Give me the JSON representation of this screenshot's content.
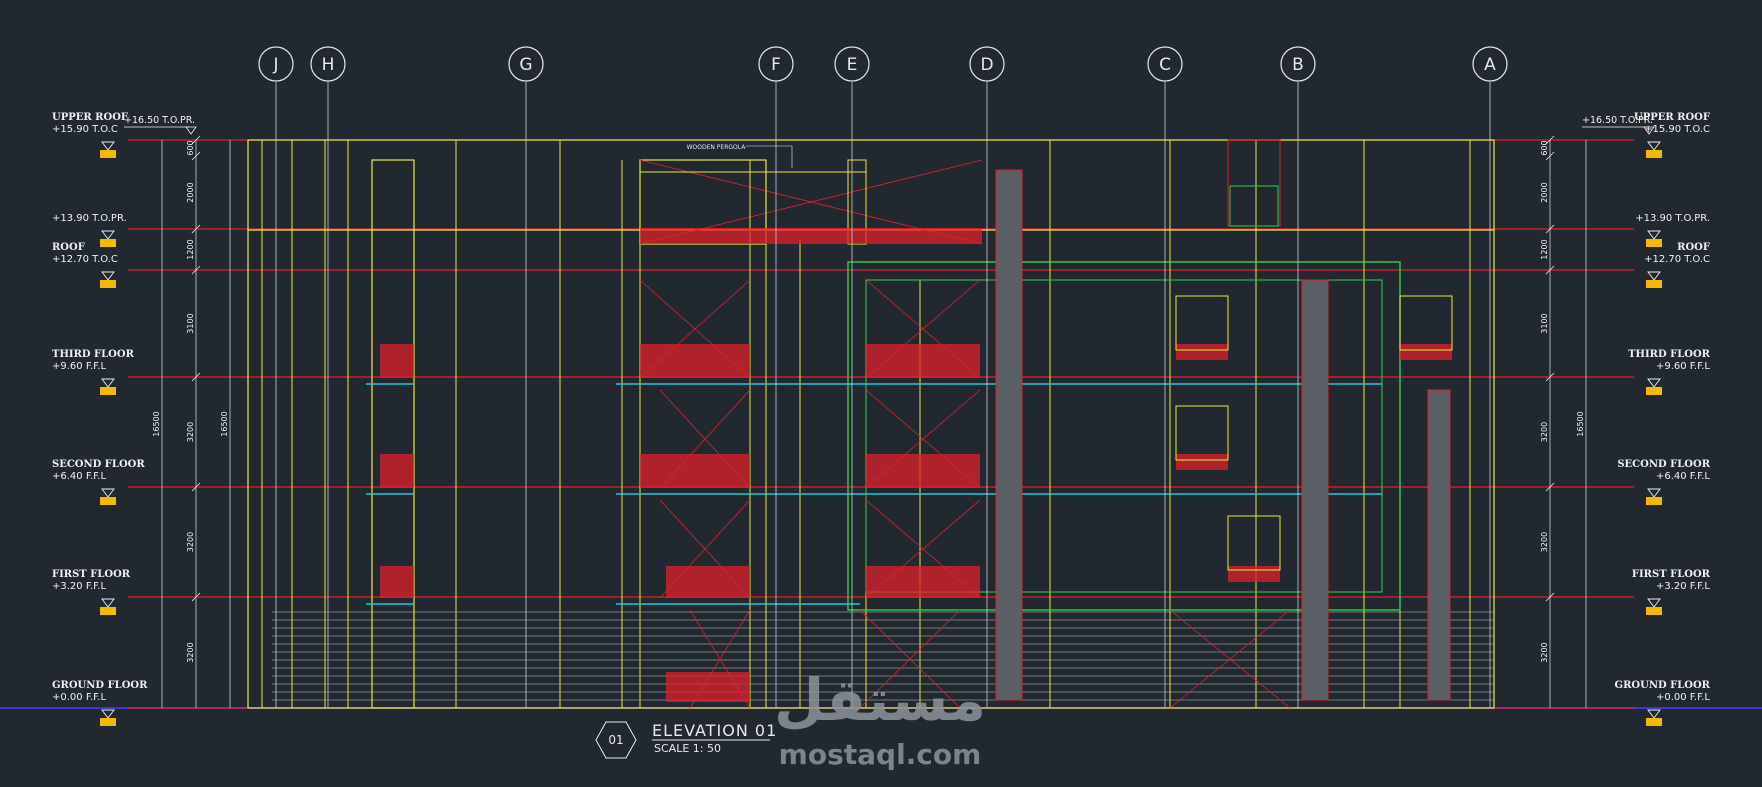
{
  "colors": {
    "background": "#212830",
    "level_line": "#e0202a",
    "structure": "#e8e840",
    "glazing": "#2fd04a",
    "slab": "#20c8d0",
    "grid_line": "#c8ccd2",
    "marker": "#f5b800",
    "ground": "#3a3ad0",
    "watermark": "#8c939b"
  },
  "grid_axes": [
    "J",
    "H",
    "G",
    "F",
    "E",
    "D",
    "C",
    "B",
    "A"
  ],
  "levels": [
    {
      "id": "upper-roof",
      "name": "UPPER ROOF",
      "value": "+15.90 T.O.C",
      "top_note": "+16.50 T.O.PR."
    },
    {
      "id": "top-parapet",
      "name": "",
      "value": "+13.90 T.O.PR.",
      "top_note": ""
    },
    {
      "id": "roof",
      "name": "ROOF",
      "value": "+12.70 T.O.C",
      "top_note": ""
    },
    {
      "id": "third-floor",
      "name": "THIRD FLOOR",
      "value": "+9.60 F.F.L",
      "top_note": ""
    },
    {
      "id": "second-floor",
      "name": "SECOND FLOOR",
      "value": "+6.40 F.F.L",
      "top_note": ""
    },
    {
      "id": "first-floor",
      "name": "FIRST FLOOR",
      "value": "+3.20 F.F.L",
      "top_note": ""
    },
    {
      "id": "ground-floor",
      "name": "GROUND FLOOR",
      "value": "+0.00 F.F.L",
      "top_note": ""
    }
  ],
  "dimensions": {
    "segments": [
      "600",
      "2000",
      "1200",
      "3100",
      "3200",
      "3200",
      "3200"
    ],
    "subtotal": "16500",
    "total": "16500"
  },
  "annotations": {
    "wooden_pergola": "WOODEN PERGOLA"
  },
  "title_block": {
    "number": "01",
    "title": "ELEVATION 01",
    "scale": "SCALE 1: 50"
  },
  "watermark": {
    "arabic": "مستقل",
    "latin": "mostaql.com"
  }
}
